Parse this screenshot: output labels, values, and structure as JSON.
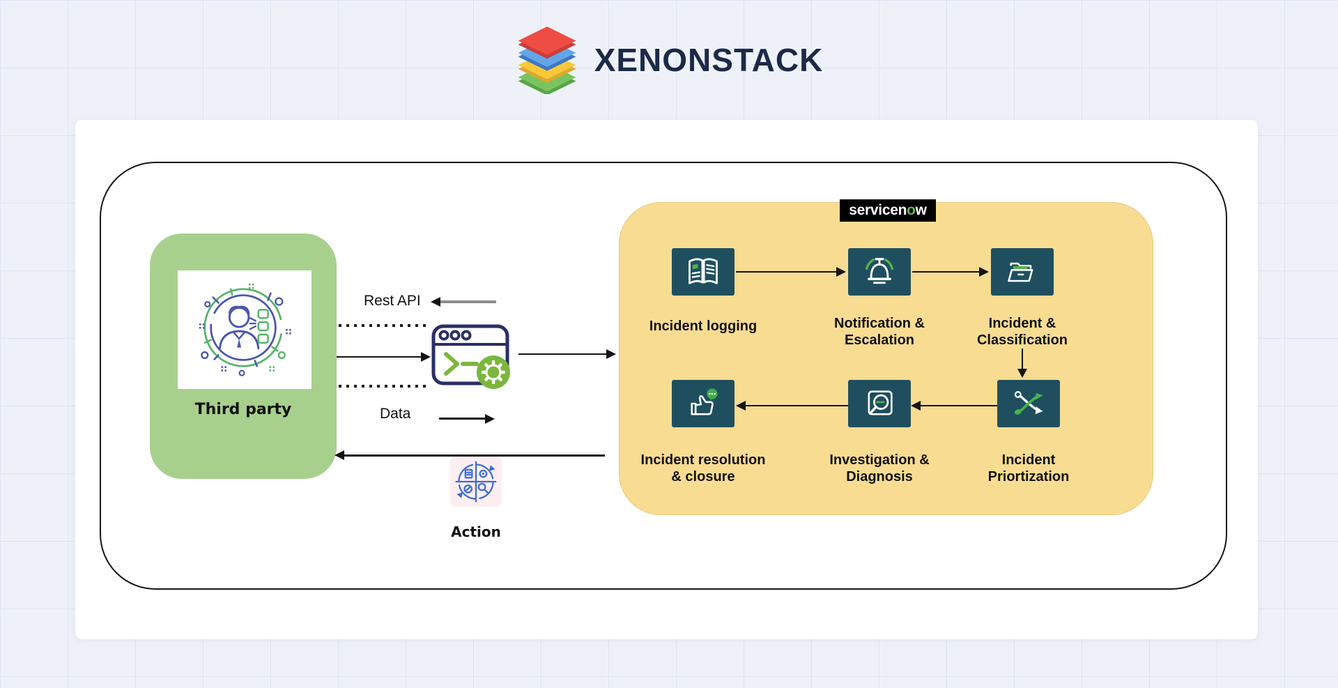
{
  "brand": {
    "name": "XENONSTACK"
  },
  "third_party": {
    "label": "Third party",
    "icon": "person-network-icon"
  },
  "connector": {
    "rest_api_label": "Rest API",
    "data_label": "Data",
    "action_label": "Action",
    "terminal_icon": "terminal-window-gear-icon",
    "action_icon": "action-cycle-icon"
  },
  "servicenow": {
    "logo": {
      "part1": "servicen",
      "part2": "o",
      "part3": "w"
    },
    "steps": [
      {
        "label": "Incident logging",
        "icon": "open-book-icon"
      },
      {
        "label": "Notification &\nEscalation",
        "icon": "service-bell-icon"
      },
      {
        "label": "Incident &\nClassification",
        "icon": "open-folder-icon"
      },
      {
        "label": "Incident\nPriortization",
        "icon": "shuffle-arrows-icon"
      },
      {
        "label": "Investigation &\nDiagnosis",
        "icon": "magnifier-screen-icon"
      },
      {
        "label": "Incident resolution\n& closure",
        "icon": "thumbs-up-icon"
      }
    ]
  },
  "colors": {
    "yellow_panel": "#f8dc92",
    "green_panel": "#a8d08d",
    "icon_tile": "#1f4f5f",
    "accent_green": "#54b44c",
    "logo_navy": "#1c2a47",
    "servicenow_o_green": "#63b84b"
  }
}
